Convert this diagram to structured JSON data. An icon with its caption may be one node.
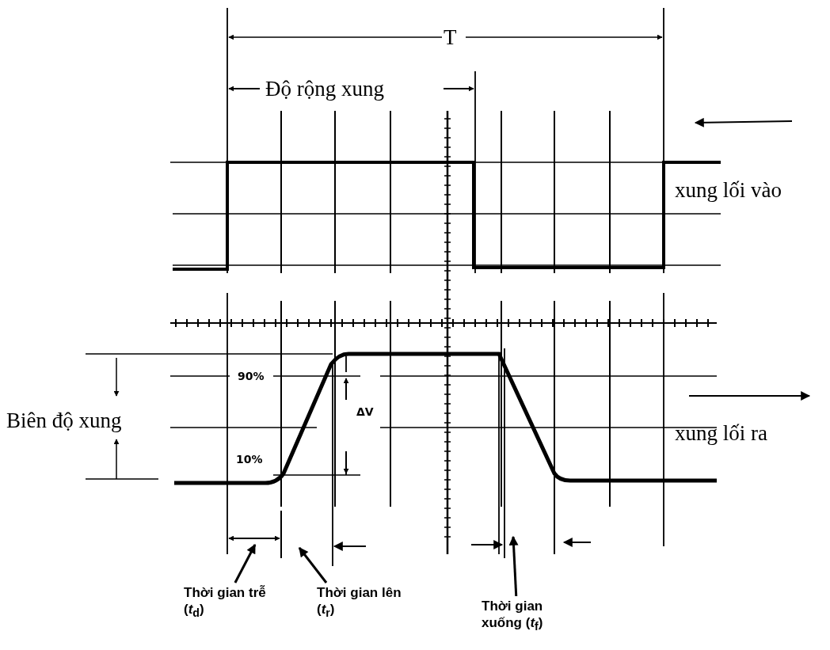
{
  "diagram": {
    "nodes": [
      {
        "text": [
          "Thời gian trễ (*t*$_{d}$)"
        ]
      },
      {
        "text": [
          "Thời gian lên (*t*$_{r}$)"
        ]
      },
      {
        "text": [
          "Thời gian xuống (*t*$_{f}$)"
        ]
      }
    ],
    "edges": [
      {
        "from": 0,
        "to": null,
        "arrow": "to"
      },
      {
        "from": 1,
        "to": null,
        "arrow": "to"
      },
      {
        "from": 2,
        "to": null,
        "arrow": "to"
      }
    ],
    "labels": [
      "T",
      "Độ rộng xung",
      "xung lối vào",
      "90%",
      "10%",
      "ΔV",
      "Biên độ xung",
      "xung lối ra"
    ]
  }
}
